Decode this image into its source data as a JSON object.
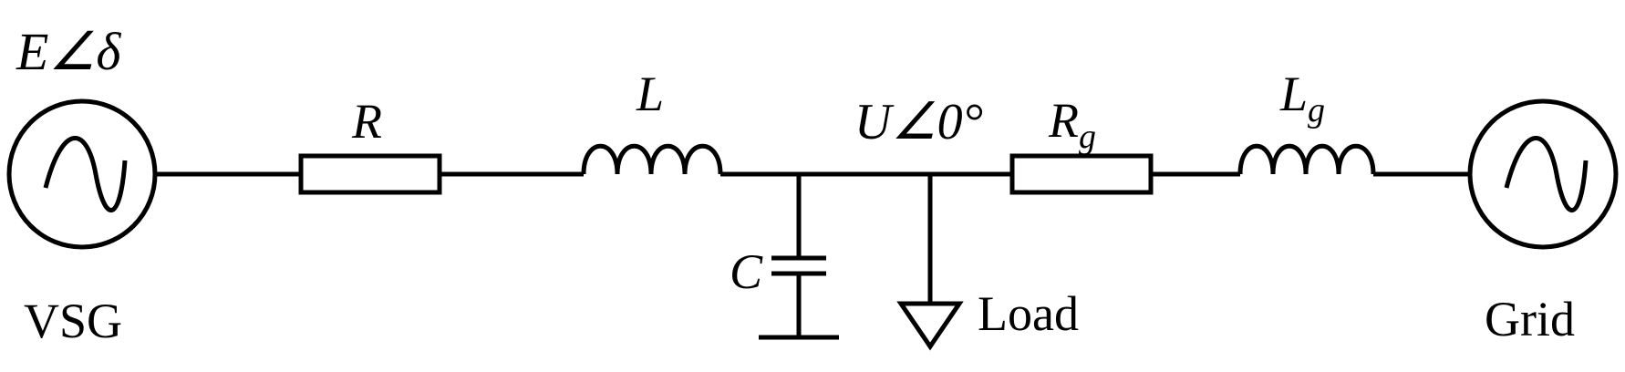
{
  "diagram": {
    "source": {
      "label": "VSG",
      "voltage": "E∠δ"
    },
    "grid": {
      "label": "Grid"
    },
    "components": {
      "resistor": "R",
      "inductor": "L",
      "capacitor": "C",
      "pcc_voltage": "U∠0°",
      "grid_resistor_base": "R",
      "grid_resistor_sub": "g",
      "grid_inductor_base": "L",
      "grid_inductor_sub": "g",
      "load": "Load"
    }
  }
}
